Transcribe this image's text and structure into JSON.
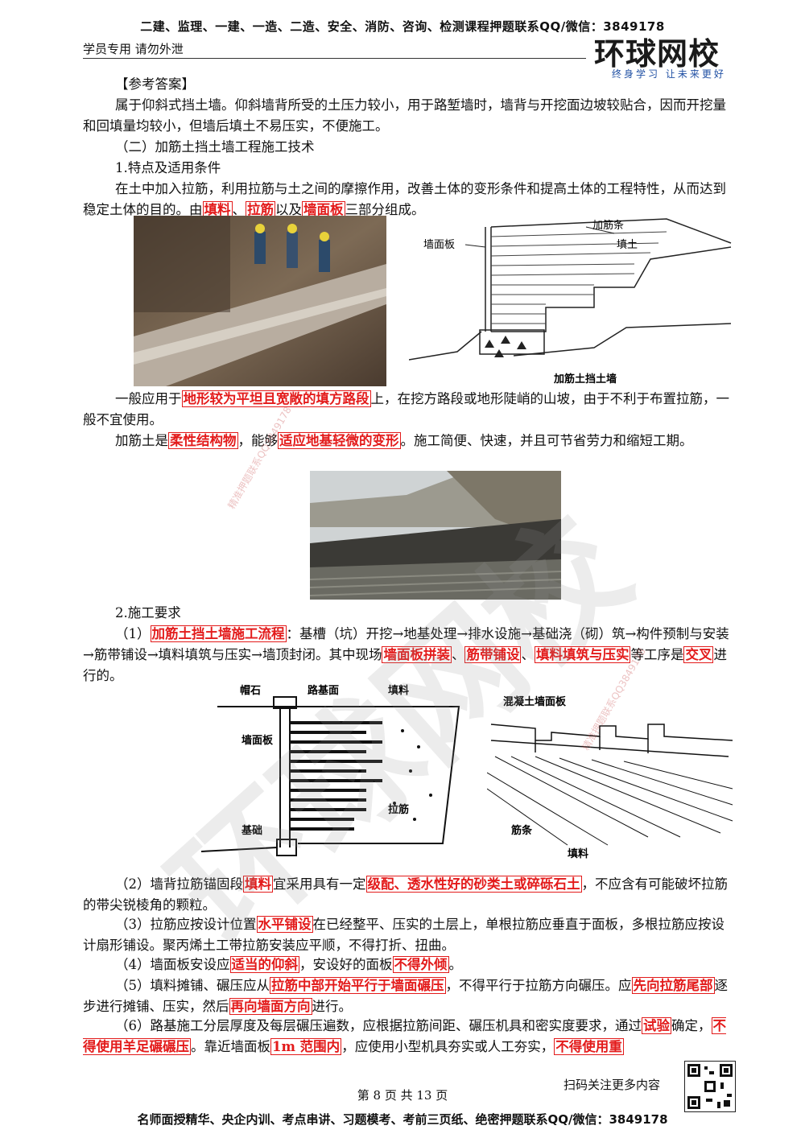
{
  "header": {
    "top_banner": "二建、监理、一建、一造、二造、安全、消防、咨询、检测课程押题联系QQ/微信：3849178",
    "left_note": "学员专用 请勿外泄",
    "logo_text": "环球网校",
    "logo_slogan": "终身学习 让未来更好"
  },
  "content": {
    "answer_heading": "【参考答案】",
    "answer_text": "属于仰斜式挡土墙。仰斜墙背所受的土压力较小，用于路堑墙时，墙背与开挖面边坡较贴合，因而开挖量和回填量均较小，但墙后填土不易压实，不便施工。",
    "section_title": "（二）加筋土挡土墙工程施工技术",
    "sub1": "1.特点及适用条件",
    "p1_a": "在土中加入拉筋，利用拉筋与土之间的摩擦作用，改善土体的变形条件和提高土体的工程特性，从而达到稳定土体的目的。由",
    "p1_h1": "填料",
    "p1_b": "、",
    "p1_h2": "拉筋",
    "p1_c": "以及",
    "p1_h3": "墙面板",
    "p1_d": "三部分组成。",
    "p2_a": "一般应用于",
    "p2_h1": "地形较为平坦且宽敞的填方路段",
    "p2_b": "上，在挖方路段或地形陡峭的山坡，由于不利于布置拉筋，一般不宜使用。",
    "p3_a": "加筋土是",
    "p3_h1": "柔性结构物",
    "p3_b": "，能够",
    "p3_h2": "适应地基轻微的变形",
    "p3_c": "。施工简便、快速，并且可节省劳力和缩短工期。",
    "sub2": "2.施工要求",
    "r1_a": "（1）",
    "r1_h1": "加筋土挡土墙施工流程",
    "r1_b": "：基槽（坑）开挖→地基处理→排水设施→基础浇（砌）筑→构件预制与安装→筋带铺设→填料填筑与压实→墙顶封闭。其中现场",
    "r1_h2": "墙面板拼装",
    "r1_c": "、",
    "r1_h3": "筋带铺设",
    "r1_d": "、",
    "r1_h4": "填料填筑与压实",
    "r1_e": "等工序是",
    "r1_h5": "交叉",
    "r1_f": "进行的。",
    "r2_a": "（2）墙背拉筋锚固段",
    "r2_h1": "填料",
    "r2_b": "宜采用具有一定",
    "r2_h2": "级配、透水性好的砂类土或碎砾石土",
    "r2_c": "，不应含有可能破坏拉筋的带尖锐棱角的颗粒。",
    "r3_a": "（3）拉筋应按设计位置",
    "r3_h1": "水平铺设",
    "r3_b": "在已经整平、压实的土层上，单根拉筋应垂直于面板，多根拉筋应按设计扇形铺设。聚丙烯土工带拉筋安装应平顺，不得打折、扭曲。",
    "r4_a": "（4）墙面板安设应",
    "r4_h1": "适当的仰斜",
    "r4_b": "，安设好的面板",
    "r4_h2": "不得外倾",
    "r4_c": "。",
    "r5_a": "（5）填料摊铺、碾压应从",
    "r5_h1": "拉筋中部开始平行于墙面碾压",
    "r5_b": "，不得平行于拉筋方向碾压。应",
    "r5_h2": "先向拉筋尾部",
    "r5_c": "逐步进行摊铺、压实，然后",
    "r5_h3": "再向墙面方向",
    "r5_d": "进行。",
    "r6_a": "（6）路基施工分层厚度及每层碾压遍数，应根据拉筋间距、碾压机具和密实度要求，通过",
    "r6_h1": "试验",
    "r6_b": "确定，",
    "r6_h2": "不得使用羊足碾碾压",
    "r6_c": "。靠近墙面板",
    "r6_h3": "1m 范围内",
    "r6_d": "，应使用小型机具夯实或人工夯实，",
    "r6_h4": "不得使用重"
  },
  "figures": {
    "fig1_labels": {
      "panel": "墙面板",
      "strip": "加筋条",
      "fill": "填土",
      "caption": "加筋土挡土墙"
    },
    "fig2_labels": {
      "cap": "帽石",
      "road": "路基面",
      "fill": "填料",
      "panel": "墙面板",
      "rebar": "拉筋",
      "base": "基础"
    },
    "fig3_labels": {
      "panel": "混凝土墙面板",
      "bar": "筋条",
      "fill": "填料"
    }
  },
  "watermark": {
    "big": "环球网校",
    "small": "精准押题联系QQ3849178"
  },
  "footer": {
    "scan": "扫码关注更多内容",
    "page": "第 8 页 共 13 页",
    "bottom": "名师面授精华、央企内训、考点串讲、习题模考、考前三页纸、绝密押题联系QQ/微信：3849178"
  }
}
